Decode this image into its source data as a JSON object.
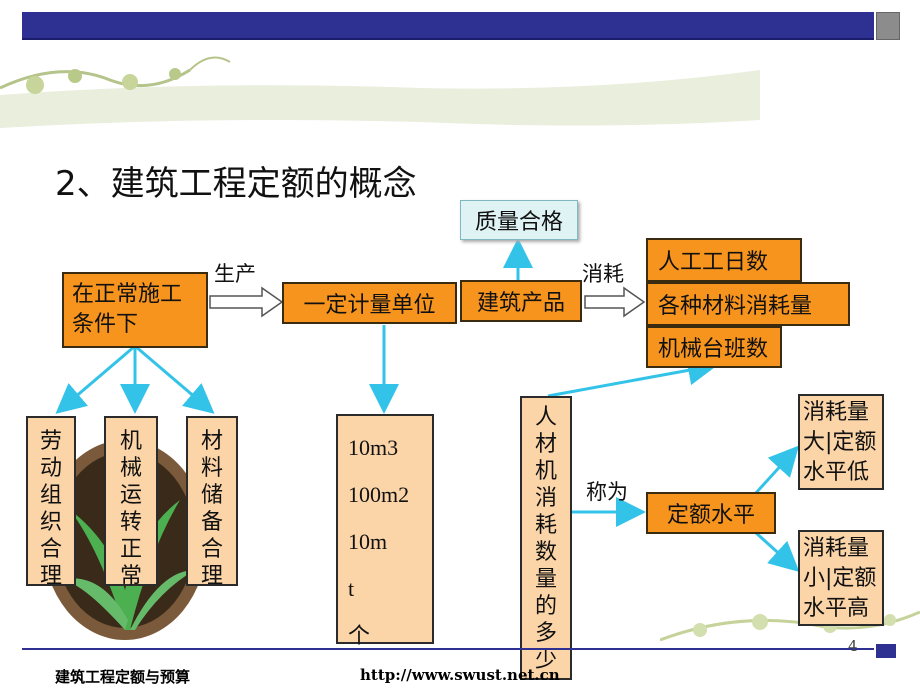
{
  "title": "2、建筑工程定额的概念",
  "boxes": {
    "condition": "在正常施工条件下",
    "unit": "一定计量单位",
    "product": "建筑产品",
    "quality": "质量合格",
    "labor_days": "人工工日数",
    "materials": "各种材料消耗量",
    "machine": "机械台班数",
    "level": "定额水平",
    "low": "消耗量大|定额水平低",
    "high": "消耗量小|定额水平高"
  },
  "labels": {
    "produce": "生产",
    "consume": "消耗",
    "called": "称为"
  },
  "vertical_boxes": {
    "labor": "劳动组织合理",
    "machinery": "机械运转正常",
    "material": "材料储备合理",
    "amount": "人材机消耗数量的多少"
  },
  "units": [
    "10m3",
    "100m2",
    "10m",
    "t",
    "个"
  ],
  "footer": {
    "left": "建筑工程定额与预算",
    "url": "http://www.swust.net.cn",
    "page": "4"
  },
  "colors": {
    "orange": "#f7941d",
    "peach": "#fbd5a8",
    "arrow": "#33c3e8",
    "bar": "#2e3192"
  }
}
